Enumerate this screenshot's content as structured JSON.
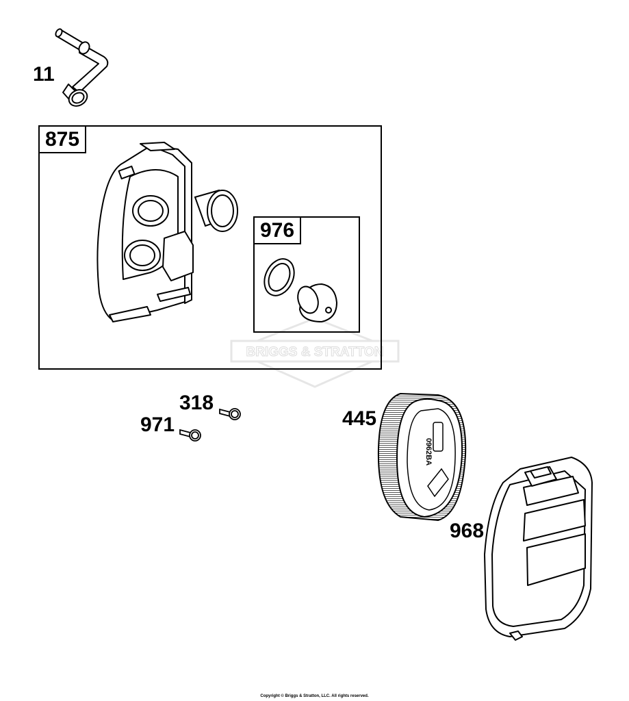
{
  "parts": {
    "p11": "11",
    "p875": "875",
    "p976": "976",
    "p318": "318",
    "p971": "971",
    "p445": "445",
    "p968": "968"
  },
  "watermark": "BRIGGS & STRATTON",
  "filter_marking": "0962BA",
  "footer": "Copyright © Briggs & Stratton, LLC. All rights reserved."
}
